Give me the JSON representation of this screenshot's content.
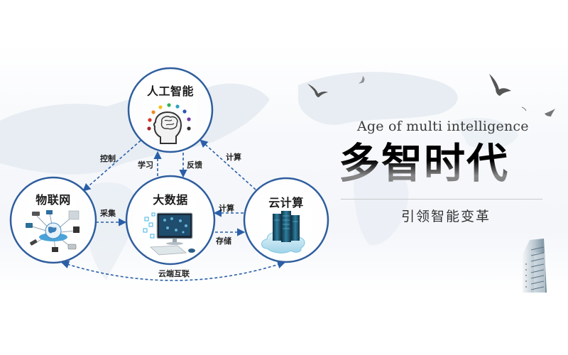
{
  "banner": {
    "english_title": "Age of multi intelligence",
    "chinese_title": "多智时代",
    "subtitle": "引领智能变革",
    "colors": {
      "circle_stroke": "#2f5e9e",
      "arrow": "#2a5fa8",
      "title_top": "#000000",
      "title_bottom": "#7a7a7a"
    }
  },
  "diagram": {
    "nodes": [
      {
        "id": "ai",
        "label": "人工智能",
        "icon": "brain-head-icon"
      },
      {
        "id": "iot",
        "label": "物联网",
        "icon": "network-globe-icon"
      },
      {
        "id": "bigdata",
        "label": "大数据",
        "icon": "computer-monitor-icon"
      },
      {
        "id": "cloud",
        "label": "云计算",
        "icon": "cloud-server-icon"
      }
    ],
    "edges": [
      {
        "from": "ai",
        "to": "iot",
        "label": "控制"
      },
      {
        "from": "bigdata",
        "to": "ai",
        "label": "学习"
      },
      {
        "from": "ai",
        "to": "bigdata",
        "label": "反馈"
      },
      {
        "from": "cloud",
        "to": "ai",
        "label": "计算"
      },
      {
        "from": "iot",
        "to": "bigdata",
        "label": "采集"
      },
      {
        "from": "cloud",
        "to": "bigdata",
        "label": "计算"
      },
      {
        "from": "bigdata",
        "to": "cloud",
        "label": "存储"
      },
      {
        "from": "iot",
        "to": "cloud",
        "label": "云端互联",
        "bidirectional": true
      }
    ]
  }
}
